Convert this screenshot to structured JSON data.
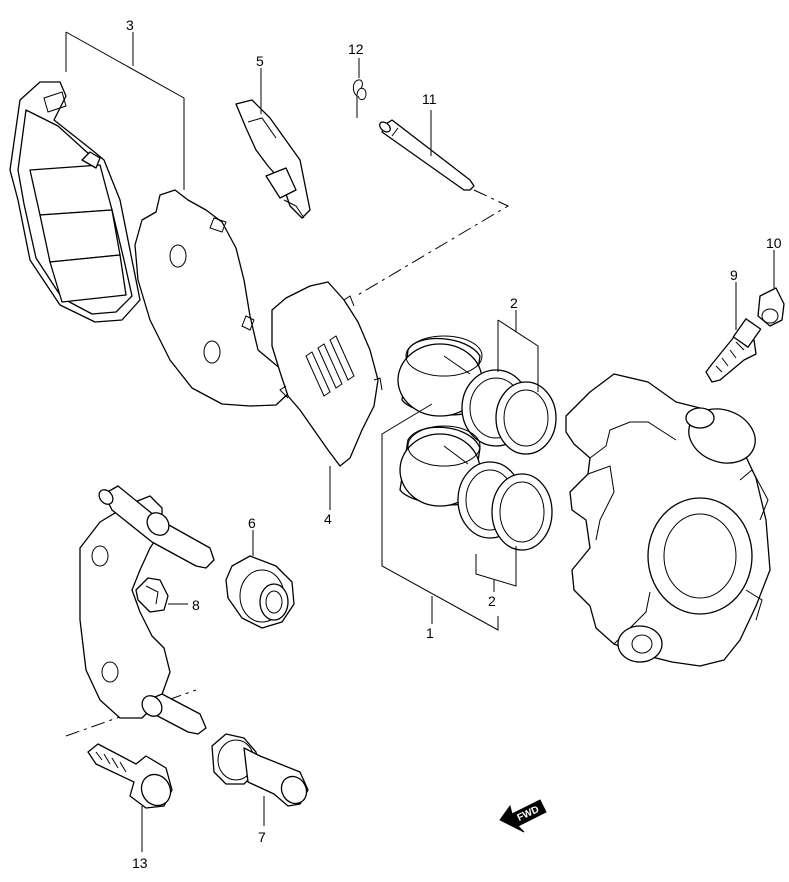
{
  "callouts": {
    "c1": "1",
    "c2a": "2",
    "c2b": "2",
    "c3": "3",
    "c4": "4",
    "c5": "5",
    "c6": "6",
    "c7": "7",
    "c8": "8",
    "c9": "9",
    "c10": "10",
    "c11": "11",
    "c12": "12",
    "c13": "13"
  },
  "fwd_label": "FWD"
}
